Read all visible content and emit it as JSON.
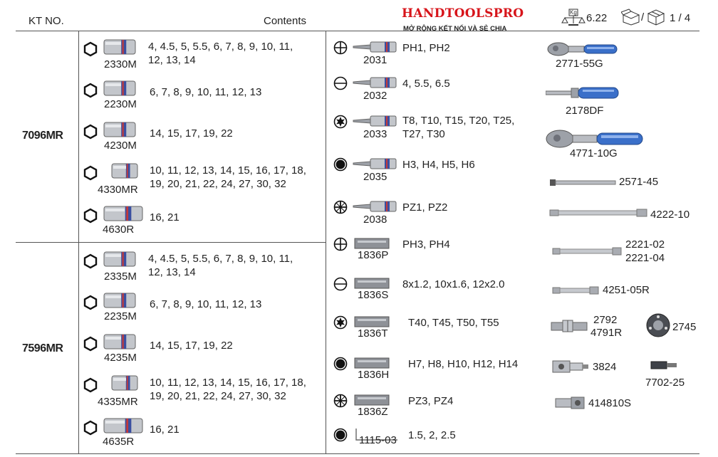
{
  "header": {
    "kt_no": "KT NO.",
    "contents": "Contents",
    "brand": "HANDTOOLSPRO",
    "slogan": "MỞ RỘNG KẾT NỐI VÀ SẺ CHIA",
    "weight": "6.22",
    "weight_unit": "Kg",
    "pack": "1 / 4",
    "pack_sep": "/"
  },
  "groups": [
    {
      "kt": "7096MR",
      "sockets": [
        {
          "code": "2330M",
          "line1": "4, 4.5, 5, 5.5, 6, 7, 8, 9, 10, 11,",
          "line2": "12, 13, 14"
        },
        {
          "code": "2230M",
          "line1": "6, 7, 8, 9, 10, 11, 12, 13",
          "line2": ""
        },
        {
          "code": "4230M",
          "line1": "14, 15, 17, 19, 22",
          "line2": ""
        },
        {
          "code": "4330MR",
          "line1": "10, 11, 12, 13, 14, 15, 16, 17, 18,",
          "line2": "19, 20, 21, 22, 24, 27, 30, 32"
        },
        {
          "code": "4630R",
          "line1": "16, 21",
          "line2": ""
        }
      ]
    },
    {
      "kt": "7596MR",
      "sockets": [
        {
          "code": "2335M",
          "line1": "4, 4.5, 5, 5.5, 6, 7, 8, 9, 10, 11,",
          "line2": "12, 13, 14"
        },
        {
          "code": "2235M",
          "line1": "6, 7, 8, 9, 10, 11, 12, 13",
          "line2": ""
        },
        {
          "code": "4235M",
          "line1": "14, 15, 17, 19, 22",
          "line2": ""
        },
        {
          "code": "4335MR",
          "line1": "10, 11, 12, 13, 14, 15, 16, 17, 18,",
          "line2": "19, 20, 21, 22, 24, 27, 30, 32"
        },
        {
          "code": "4635R",
          "line1": "16, 21",
          "line2": ""
        }
      ]
    }
  ],
  "bits": [
    {
      "code": "2031",
      "line1": "PH1, PH2",
      "line2": "",
      "icon": "phillips-icon"
    },
    {
      "code": "2032",
      "line1": "4, 5.5, 6.5",
      "line2": "",
      "icon": "slotted-icon"
    },
    {
      "code": "2033",
      "line1": "T8, T10, T15, T20, T25,",
      "line2": "T27, T30",
      "icon": "torx-icon"
    },
    {
      "code": "2035",
      "line1": "H3, H4, H5, H6",
      "line2": "",
      "icon": "hex-icon"
    },
    {
      "code": "2038",
      "line1": "PZ1, PZ2",
      "line2": "",
      "icon": "pozidriv-icon"
    },
    {
      "code": "1836P",
      "line1": "PH3, PH4",
      "line2": "",
      "icon": "phillips-icon"
    },
    {
      "code": "1836S",
      "line1": "8x1.2, 10x1.6, 12x2.0",
      "line2": "",
      "icon": "slotted-icon"
    },
    {
      "code": "1836T",
      "line1": "T40, T45, T50, T55",
      "line2": "",
      "icon": "torx-icon"
    },
    {
      "code": "1836H",
      "line1": "H7, H8, H10, H12, H14",
      "line2": "",
      "icon": "hex-icon"
    },
    {
      "code": "1836Z",
      "line1": "PZ3, PZ4",
      "line2": "",
      "icon": "pozidriv-icon"
    },
    {
      "code": "1115-03",
      "line1": "1.5, 2, 2.5",
      "line2": "",
      "icon": "hex-key-icon"
    }
  ],
  "tools": {
    "ratchet_small": "2771-55G",
    "spinner": "2178DF",
    "ratchet_large": "4771-10G",
    "tbar": "2571-45",
    "ext_long": "4222-10",
    "ext_a": "2221-02",
    "ext_b": "2221-04",
    "ext_short": "4251-05R",
    "ujoint_a": "2792",
    "ujoint_b": "4791R",
    "adapter_round": "2745",
    "adapter": "3824",
    "bit_holder": "7702-25",
    "bit_socket": "414810S"
  },
  "colors": {
    "brand_red": "#d7141a",
    "line": "#555555",
    "blue": "#3a6fc9",
    "steel": "#b9bcc2"
  }
}
